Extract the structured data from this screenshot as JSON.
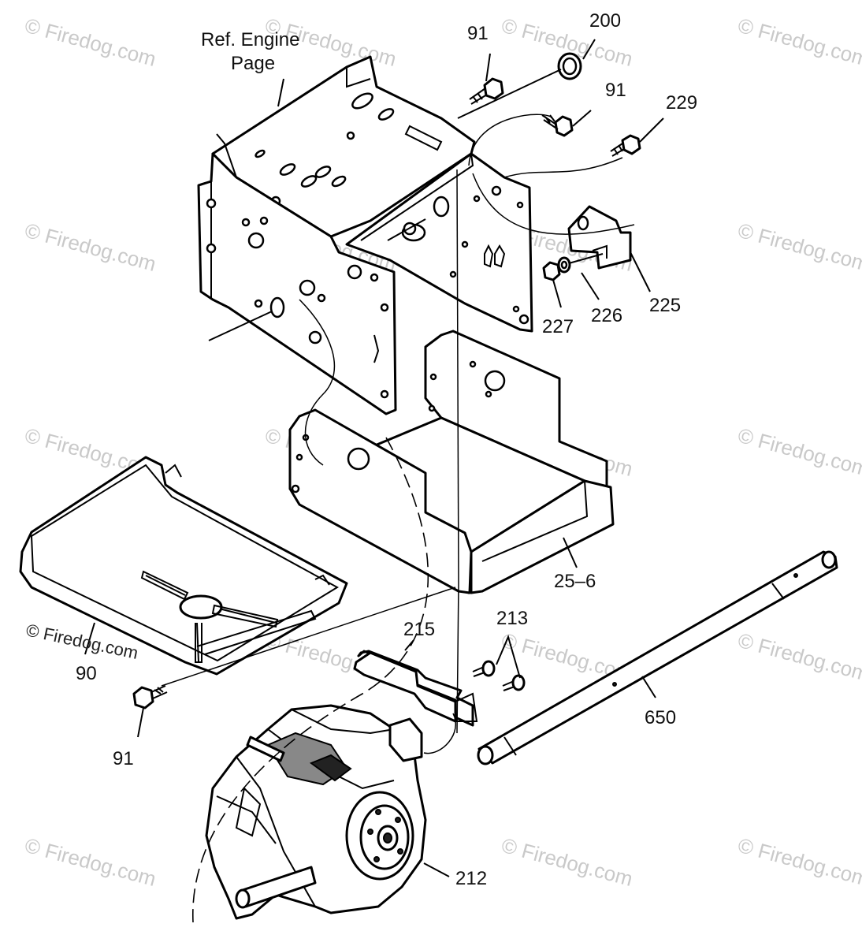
{
  "watermark": {
    "text": "© Firedog.com"
  },
  "reference": {
    "line1": "Ref. Engine",
    "line2": "Page"
  },
  "callouts": {
    "p91_top": "91",
    "p200": "200",
    "p91_mid": "91",
    "p229": "229",
    "p225": "225",
    "p226": "226",
    "p227": "227",
    "p25_6": "25–6",
    "p90": "90",
    "p91_bottom": "91",
    "p215": "215",
    "p213": "213",
    "p650": "650",
    "p212": "212"
  }
}
